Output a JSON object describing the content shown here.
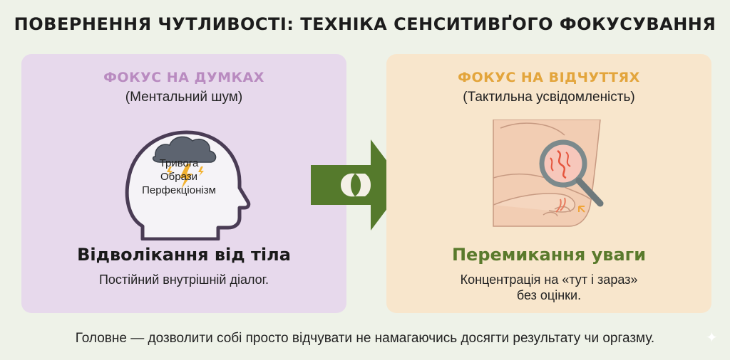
{
  "title": "ПОВЕРНЕННЯ ЧУТЛИВОСТІ: ТЕХНІКА СЕНСИТИВҐОГО ФОКУСУВАННЯ",
  "left": {
    "heading": "ФОКУС НА ДУМКАХ",
    "subheading": "(Ментальний шум)",
    "head_words": [
      "Тривога",
      "Образи",
      "Перфекціонізм"
    ],
    "footer_title": "Відволікання від тіла",
    "description": "Постійний внутрішній діалог.",
    "icons": [
      "head-outline-icon",
      "storm-cloud-icon",
      "lightning-icon"
    ]
  },
  "right": {
    "heading": "ФОКУС НА ВІДЧУТТЯХ",
    "subheading": "(Тактильна усвідомленість)",
    "footer_title": "Перемикання уваги",
    "description_line1": "Концентрація на «тут і зараз»",
    "description_line2": "без оцінки.",
    "icons": [
      "touch-hand-icon",
      "magnifier-icon"
    ]
  },
  "arrow": {
    "icon": "switch-arrow-icon"
  },
  "footer": "Головне — дозволити собі просто відчувати не намагаючись досягти результату чи оргазму.",
  "colors": {
    "background": "#eef2e8",
    "left_panel": "#e7d9ec",
    "right_panel": "#f8e6cc",
    "left_accent": "#b98bc0",
    "right_accent": "#e3a53c",
    "arrow": "#557a2c",
    "green_title": "#5a7a2c"
  }
}
